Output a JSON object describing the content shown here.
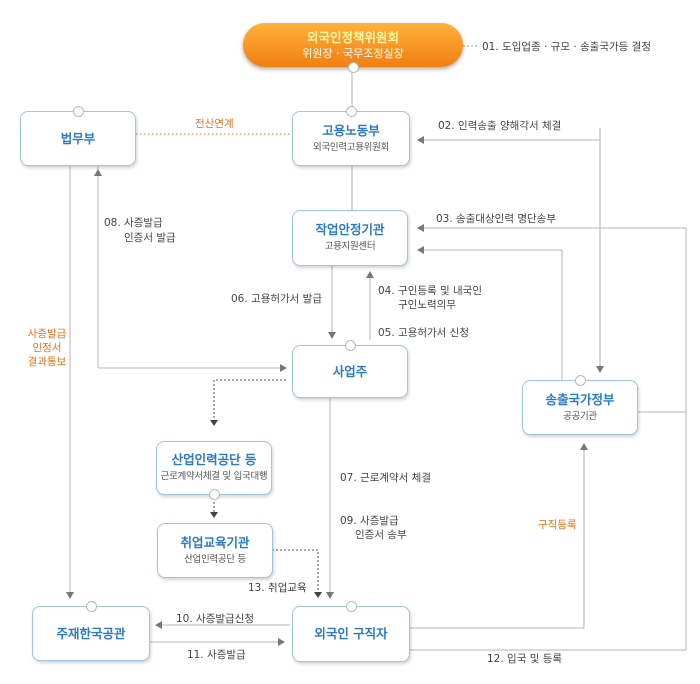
{
  "nodes": {
    "committee": {
      "title": "외국인정책위원회",
      "subtitle": "위원장 · 국무조정실장"
    },
    "ministry_justice": {
      "title": "법무부"
    },
    "ministry_labor": {
      "title": "고용노동부",
      "subtitle": "외국인력고용위원회"
    },
    "job_center": {
      "title": "작업안정기관",
      "subtitle": "고용지원센터"
    },
    "employer": {
      "title": "사업주"
    },
    "sending_gov": {
      "title": "송출국가정부",
      "subtitle": "공공기관"
    },
    "hrd_service": {
      "title": "산업인력공단 등",
      "subtitle": "근로계약서체결 및 입국대행"
    },
    "training_org": {
      "title": "취업교육기관",
      "subtitle": "산업인력공단 등"
    },
    "embassy": {
      "title": "주재한국공관"
    },
    "job_seeker": {
      "title": "외국인 구직자"
    }
  },
  "steps": {
    "s01": "01. 도입업종 · 규모 · 송출국가등 결정",
    "s02": "02. 인력송출 양해각서 체결",
    "s03": "03. 송출대상인력 명단송부",
    "s04_l1": "04. 구인등록 및 내국인",
    "s04_l2": "구인노력의무",
    "s05": "05. 고용허가서 신청",
    "s06": "06. 고용허가서 발급",
    "s07": "07. 근로계약서 체결",
    "s08_l1": "08. 사증발급",
    "s08_l2": "인증서 발급",
    "s09_l1": "09. 사증발급",
    "s09_l2": "인증서 송부",
    "s10": "10. 사증발급신청",
    "s11": "11. 사증발급",
    "s12": "12. 입국 및 등록",
    "s13": "13. 취업교육"
  },
  "side_labels": {
    "online_link": "전산연계",
    "visa_result_l1": "사증발급",
    "visa_result_l2": "인정서",
    "visa_result_l3": "결과통보",
    "job_registration": "구직등록"
  },
  "colors": {
    "node_title": "#2a7ac8",
    "node_border": "#9fc4e4",
    "accent_orange": "#e8701a",
    "header_gradient_top": "#ffb13a",
    "header_gradient_bottom": "#f07f12",
    "line": "#b5b5b5"
  }
}
